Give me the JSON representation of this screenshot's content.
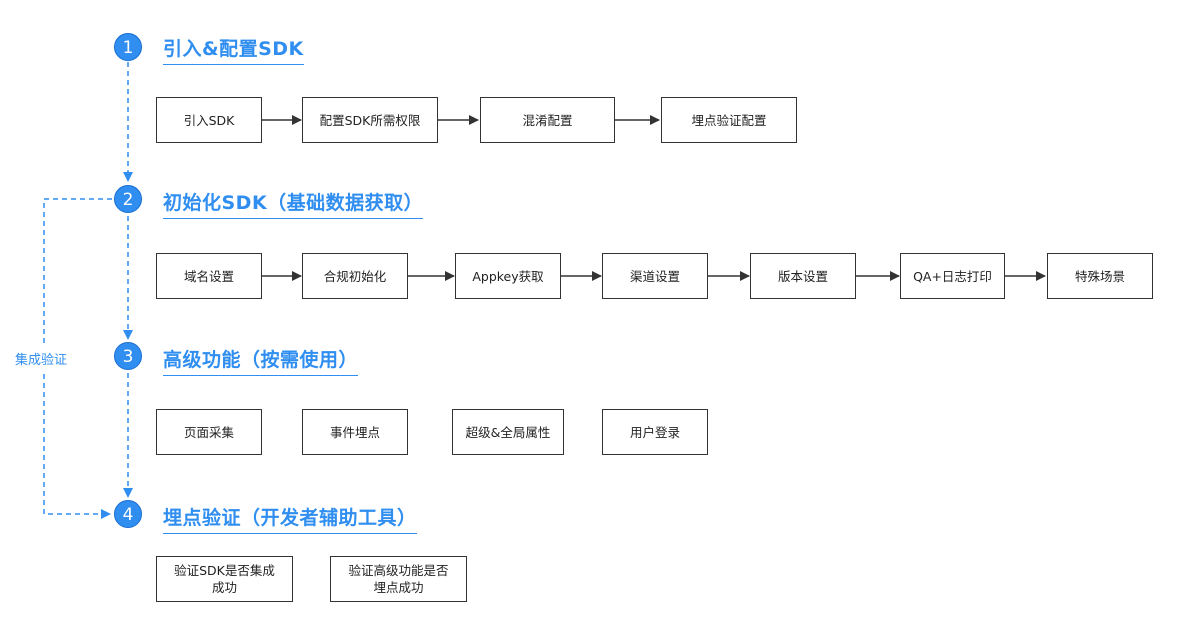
{
  "steps": [
    {
      "number": "1",
      "title": "引入&配置SDK"
    },
    {
      "number": "2",
      "title": "初始化SDK（基础数据获取）"
    },
    {
      "number": "3",
      "title": "高级功能（按需使用）"
    },
    {
      "number": "4",
      "title": "埋点验证（开发者辅助工具）"
    }
  ],
  "stage1": [
    "引入SDK",
    "配置SDK所需权限",
    "混淆配置",
    "埋点验证配置"
  ],
  "stage2": [
    "域名设置",
    "合规初始化",
    "Appkey获取",
    "渠道设置",
    "版本设置",
    "QA+日志打印",
    "特殊场景"
  ],
  "stage3": [
    "页面采集",
    "事件埋点",
    "超级&全局属性",
    "用户登录"
  ],
  "stage4": [
    "验证SDK是否集成成功",
    "验证高级功能是否埋点成功"
  ],
  "loop_label": "集成验证",
  "colors": {
    "accent": "#2f8ef0",
    "line": "#333333"
  }
}
